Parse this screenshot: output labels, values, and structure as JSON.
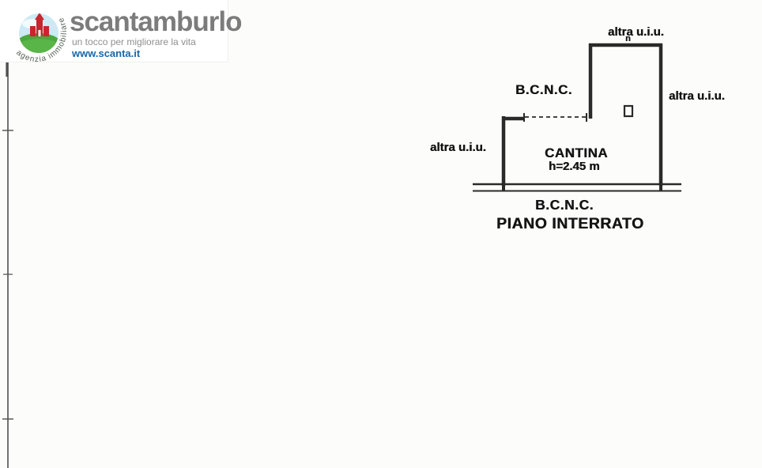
{
  "logo": {
    "arc_text": "agenzia immobiliare",
    "brand": "scantamburlo",
    "tagline": "un tocco per migliorare la vita",
    "website": "www.scanta.it",
    "colors": {
      "brand_gray": "#7c7c7c",
      "link_blue": "#1467ad",
      "logo_red": "#c9252c",
      "logo_green": "#49a83c",
      "logo_sky": "#cde9f4"
    }
  },
  "plan": {
    "labels": {
      "altra_top": "altra u.i.u.",
      "top_mark": "n",
      "altra_right": "altra u.i.u.",
      "altra_left": "altra u.i.u.",
      "bcnc_inner": "B.C.N.C.",
      "bcnc_bottom": "B.C.N.C.",
      "room_name": "CANTINA",
      "room_height": "h=2.45 m",
      "floor_title": "PIANO INTERRATO"
    },
    "line_color": "#2a2a2a"
  }
}
